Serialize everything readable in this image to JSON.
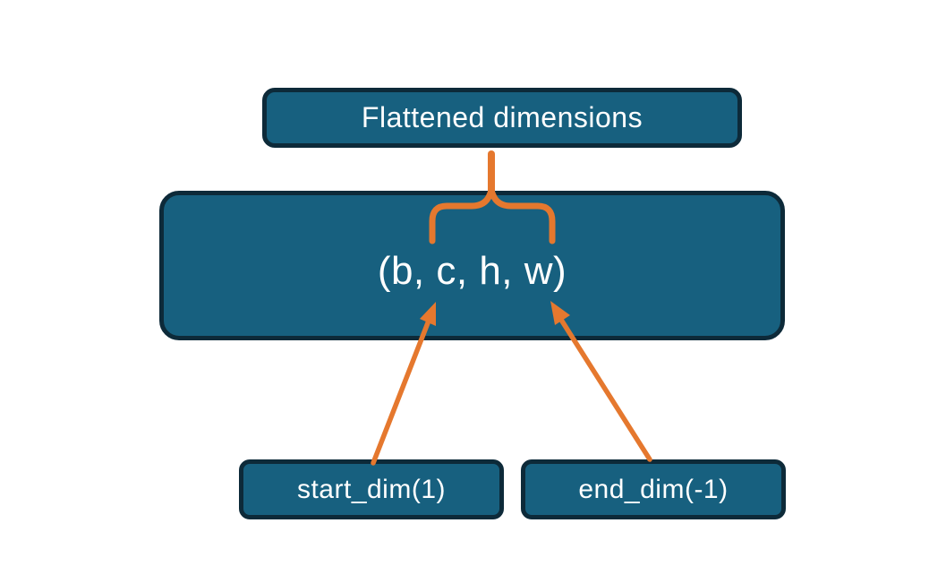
{
  "diagram": {
    "nodes": {
      "flattened": {
        "label": "Flattened dimensions"
      },
      "tensor": {
        "label": "(b, c, h, w)"
      },
      "start_dim": {
        "label": "start_dim(1)"
      },
      "end_dim": {
        "label": "end_dim(-1)"
      }
    },
    "connectors": {
      "brace": "overbrace spanning c, h, w with stem to Flattened dimensions box",
      "arrow_left": "from start_dim(1) box up to position of c",
      "arrow_right": "from end_dim(-1) box up to position of w"
    },
    "colors": {
      "node_fill": "#17607f",
      "node_border": "#0d2a39",
      "connector_orange": "#e5782e",
      "text": "#ffffff",
      "background": "#ffffff"
    }
  }
}
